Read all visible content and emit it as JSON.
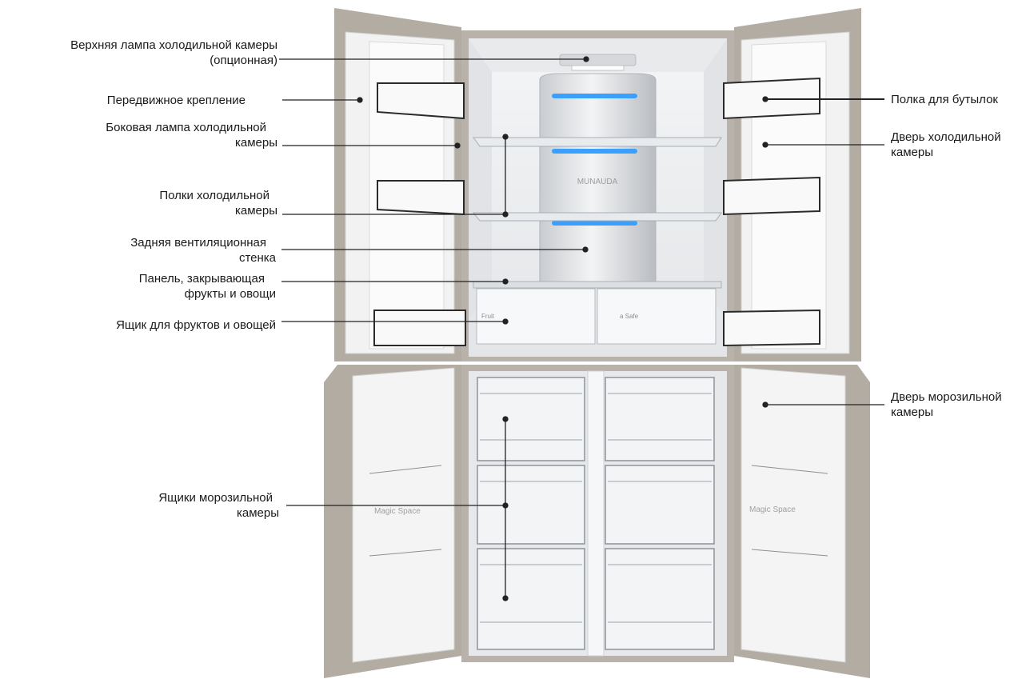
{
  "labels": {
    "top_lamp": [
      "Верхняя лампа холодильной камеры",
      "(опционная)"
    ],
    "movable_mount": [
      "Передвижное крепление"
    ],
    "side_lamp": [
      "Боковая лампа холодильной",
      "камеры"
    ],
    "shelves": [
      "Полки холодильной",
      "камеры"
    ],
    "rear_vent_wall": [
      "Задняя вентиляционная",
      "стенка"
    ],
    "crisper_cover": [
      "Панель, закрывающая",
      "фрукты и овощи"
    ],
    "crisper_drawer": [
      "Ящик для фруктов и овощей"
    ],
    "freezer_drawers": [
      "Ящики морозильной",
      "камеры"
    ],
    "bottle_shelf": [
      "Полка для бутылок"
    ],
    "fridge_door": [
      "Дверь холодильной",
      "камеры"
    ],
    "freezer_door": [
      "Дверь морозильной",
      "камеры"
    ]
  },
  "appliance_text": {
    "brand": "MUNAUDA",
    "crisper_left": "Fruit",
    "crisper_right": "a Safe",
    "magic_space_left": "Magic Space",
    "magic_space_right": "Magic Space"
  },
  "colors": {
    "frame": "#b3aca3",
    "liner": "#eeeff1",
    "leader": "#222222",
    "led": "#3aa0ff"
  }
}
